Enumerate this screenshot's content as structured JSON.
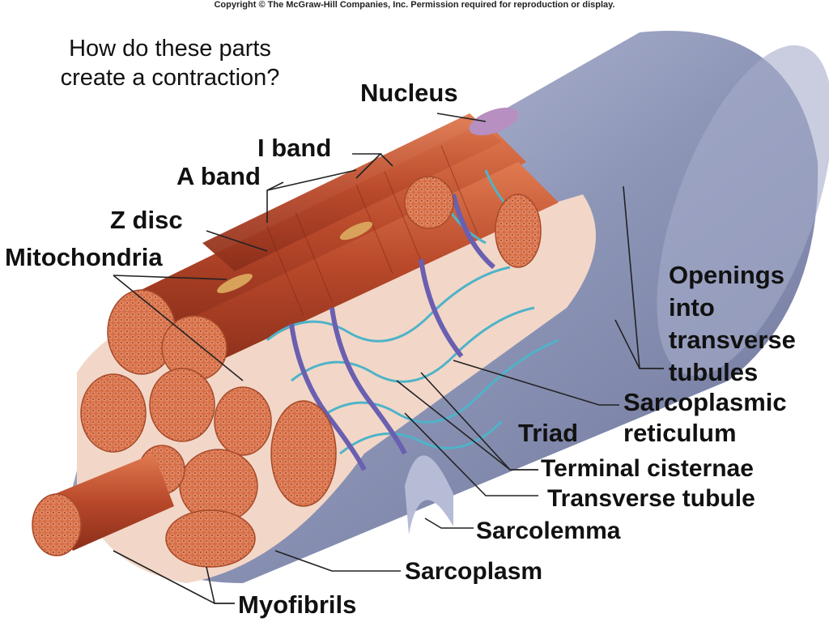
{
  "copyright": "Copyright © The McGraw-Hill Companies, Inc. Permission required for reproduction or display.",
  "question_line1": "How do these parts",
  "question_line2": "create a contraction?",
  "labels": {
    "nucleus": "Nucleus",
    "i_band": "I band",
    "a_band": "A band",
    "z_disc": "Z disc",
    "mitochondria": "Mitochondria",
    "openings_1": "Openings",
    "openings_2": "into",
    "openings_3": "transverse",
    "openings_4": "tubules",
    "sr_1": "Sarcoplasmic",
    "sr_2": "reticulum",
    "triad": "Triad",
    "terminal_cisternae": "Terminal cisternae",
    "transverse_tubule": "Transverse tubule",
    "sarcolemma": "Sarcolemma",
    "sarcoplasm": "Sarcoplasm",
    "myofibrils": "Myofibrils"
  },
  "colors": {
    "sarcolemma": "#8e96b8",
    "myofibril": "#c0502a",
    "reticulum": "#4fb3c8",
    "tubule": "#6a5fb0",
    "sarcoplasm": "#f2d7c8"
  }
}
